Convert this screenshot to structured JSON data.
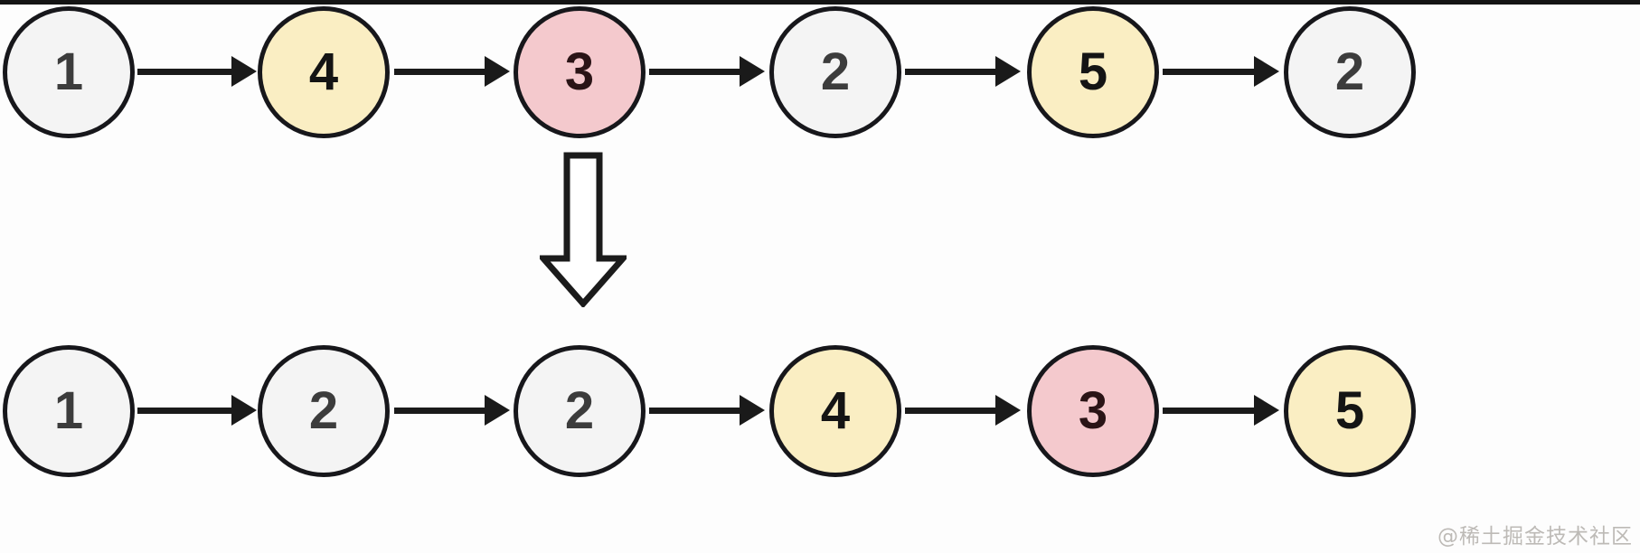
{
  "diagram": {
    "title": "linked-list-partition-before-and-after",
    "colors": {
      "gray_fill": "#f4f4f4",
      "yellow_fill": "#faeec3",
      "pink_fill": "#f4c9cd",
      "stroke": "#17171b",
      "background": "#fdfdfd",
      "top_band": "#141414",
      "watermark": "#6e695f"
    },
    "rows": [
      {
        "name": "before-list",
        "nodes": [
          {
            "value": "1",
            "color": "gray"
          },
          {
            "value": "4",
            "color": "yellow"
          },
          {
            "value": "3",
            "color": "pink"
          },
          {
            "value": "2",
            "color": "gray"
          },
          {
            "value": "5",
            "color": "yellow"
          },
          {
            "value": "2",
            "color": "gray"
          }
        ]
      },
      {
        "name": "after-list",
        "nodes": [
          {
            "value": "1",
            "color": "gray"
          },
          {
            "value": "2",
            "color": "gray"
          },
          {
            "value": "2",
            "color": "gray"
          },
          {
            "value": "4",
            "color": "yellow"
          },
          {
            "value": "3",
            "color": "pink"
          },
          {
            "value": "5",
            "color": "yellow"
          }
        ]
      }
    ],
    "transform_arrow": {
      "name": "down-arrow",
      "direction": "down"
    },
    "watermark": {
      "text": "@稀土掘金技术社区"
    }
  }
}
